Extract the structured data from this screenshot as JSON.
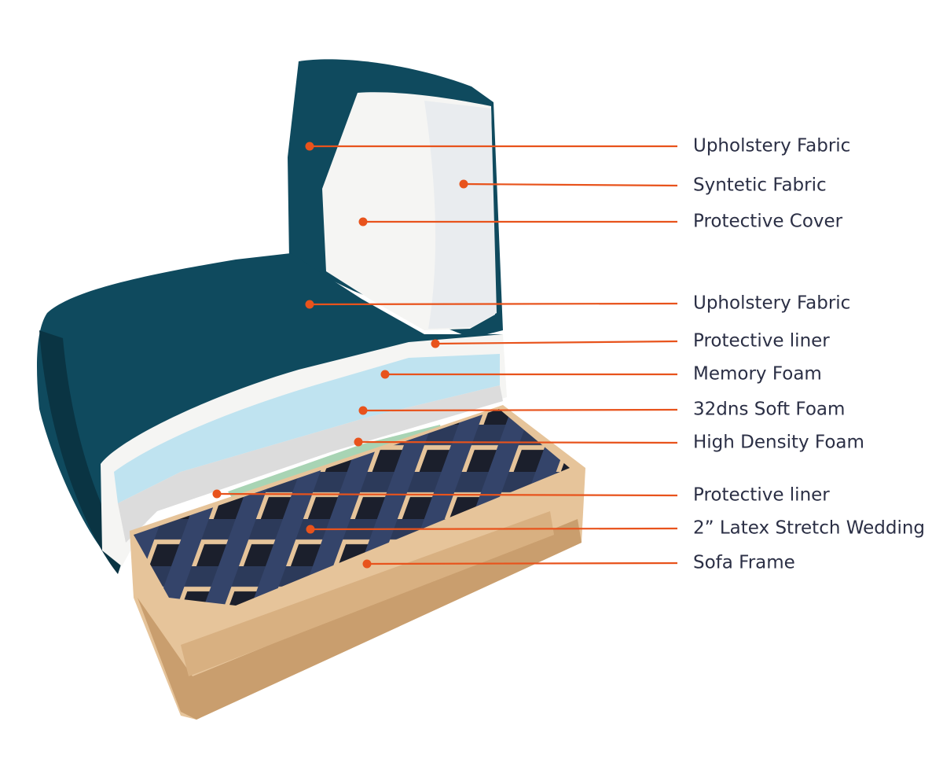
{
  "colors": {
    "callout": "#e8531c",
    "label_text": "#2b2f45",
    "upholstery": "#0f4a5e",
    "upholstery_dark": "#0a3443",
    "foam_white": "#f5f5f3",
    "memory_foam": "#bfe3f0",
    "soft_foam": "#dcdcdc",
    "high_density_foam": "#a8d4b4",
    "webbing": "#2c3a5a",
    "frame_wood": "#e6c49a",
    "frame_wood_dark": "#c99e6e"
  },
  "labels": [
    {
      "id": "upholstery-fabric-back",
      "text": "Upholstery Fabric"
    },
    {
      "id": "syntetic-fabric",
      "text": "Syntetic Fabric"
    },
    {
      "id": "protective-cover",
      "text": "Protective Cover"
    },
    {
      "id": "upholstery-fabric-seat",
      "text": "Upholstery Fabric"
    },
    {
      "id": "protective-liner-top",
      "text": "Protective liner"
    },
    {
      "id": "memory-foam",
      "text": "Memory Foam"
    },
    {
      "id": "soft-foam",
      "text": "32dns Soft Foam"
    },
    {
      "id": "high-density-foam",
      "text": "High Density Foam"
    },
    {
      "id": "protective-liner-bottom",
      "text": "Protective liner"
    },
    {
      "id": "latex-webbing",
      "text": "2” Latex Stretch Wedding"
    },
    {
      "id": "sofa-frame",
      "text": "Sofa Frame"
    }
  ]
}
